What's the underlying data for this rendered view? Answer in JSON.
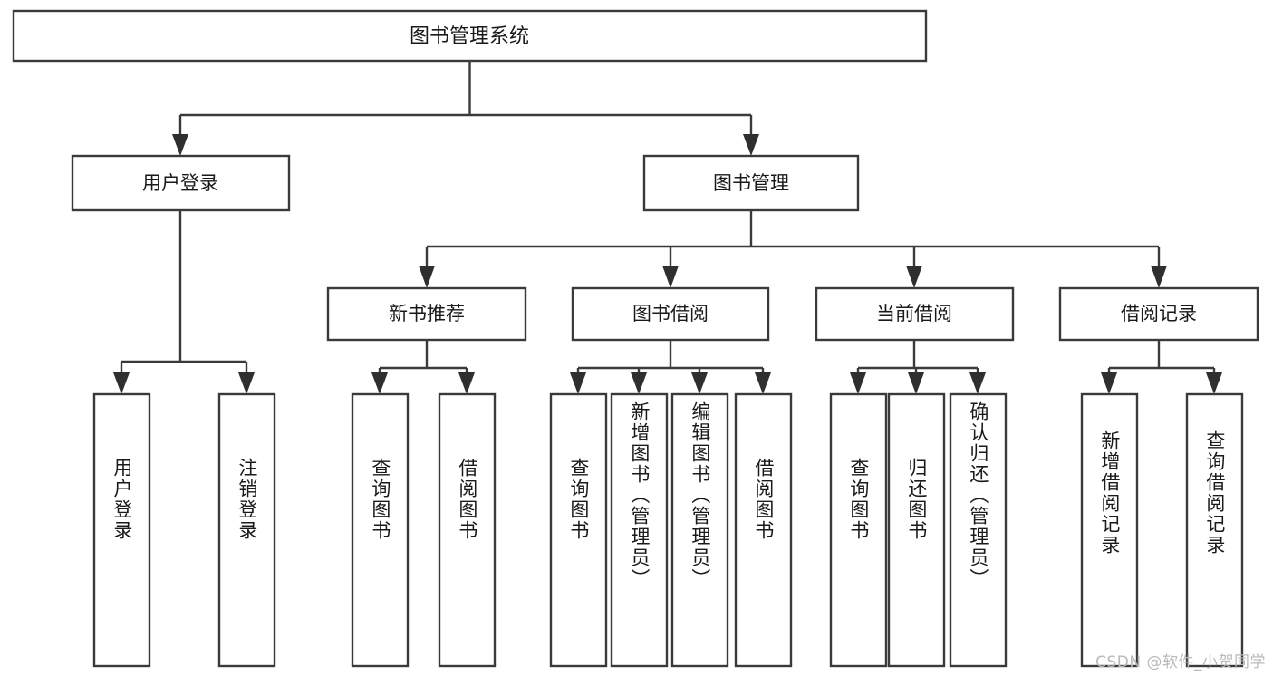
{
  "diagram": {
    "type": "tree-hierarchy-chart",
    "title": "图书管理系统",
    "watermark": "CSDN @软件_小贺同学",
    "colors": {
      "background": "#ffffff",
      "box_fill": "#ffffff",
      "box_stroke": "#3a3a3a",
      "connector": "#3a3a3a",
      "arrow": "#2f2f2f",
      "text": "#1a1a1a",
      "watermark_text": "#b9b9b9"
    },
    "levels": {
      "root": {
        "label": "图书管理系统"
      },
      "level2": [
        {
          "label": "用户登录"
        },
        {
          "label": "图书管理"
        }
      ],
      "level3": [
        {
          "label": "新书推荐"
        },
        {
          "label": "图书借阅"
        },
        {
          "label": "当前借阅"
        },
        {
          "label": "借阅记录"
        }
      ],
      "leaves": {
        "user_login": [
          {
            "label": "用户登录"
          },
          {
            "label": "注销登录"
          }
        ],
        "new_book_recommend": [
          {
            "label": "查询图书"
          },
          {
            "label": "借阅图书"
          }
        ],
        "book_borrow": [
          {
            "label": "查询图书"
          },
          {
            "label": "新增图书（管理员）"
          },
          {
            "label": "编辑图书（管理员）"
          },
          {
            "label": "借阅图书"
          }
        ],
        "current_borrow": [
          {
            "label": "查询图书"
          },
          {
            "label": "归还图书"
          },
          {
            "label": "确认归还（管理员）"
          }
        ],
        "borrow_record": [
          {
            "label": "新增借阅记录"
          },
          {
            "label": "查询借阅记录"
          }
        ]
      }
    }
  }
}
